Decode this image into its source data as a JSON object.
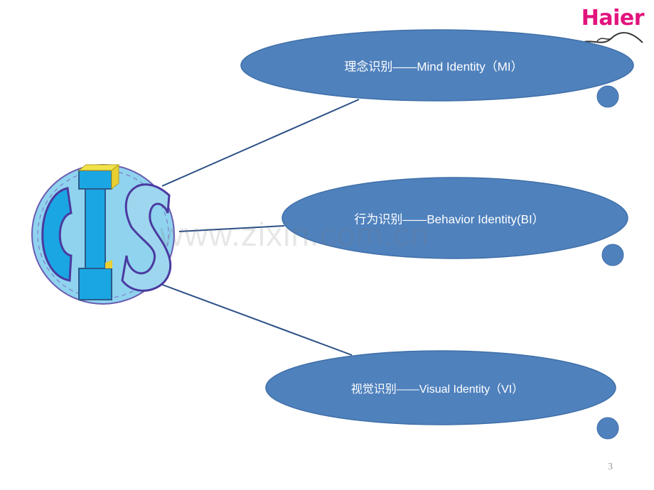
{
  "logo": {
    "text": "Haier"
  },
  "center_node": {
    "text": "CIS"
  },
  "nodes": [
    {
      "label": "理念识别——Mind Identity（MI）"
    },
    {
      "label": "行为识别——Behavior Identity(BI）"
    },
    {
      "label": "视觉识别——Visual Identity（VI）"
    }
  ],
  "watermark": "www.zixin.com.cn",
  "page_number": "3",
  "colors": {
    "ellipse_fill": "#4f81bd",
    "ellipse_stroke": "#3f6fa8",
    "connector": "#2b4f86",
    "logo": "#e2147e",
    "cis_letter": "#1aa6e3",
    "cis_blob": "#8fd3ef"
  }
}
